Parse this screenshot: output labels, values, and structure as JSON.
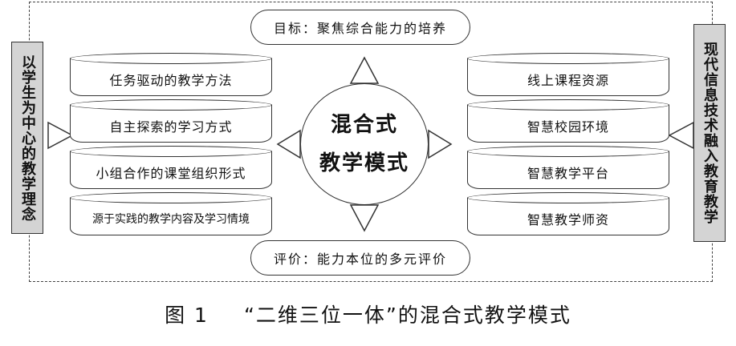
{
  "goal": "目标：聚焦综合能力的培养",
  "evaluation": "评价：能力本位的多元评价",
  "center": {
    "line1": "混合式",
    "line2": "教学模式"
  },
  "left_side": "以学生为中心的教学理念",
  "right_side": "现代信息技术融入教育教学",
  "left_items": [
    "任务驱动的教学方法",
    "自主探索的学习方式",
    "小组合作的课堂组织形式",
    "源于实践的教学内容及学习情境"
  ],
  "right_items": [
    "线上课程资源",
    "智慧校园环境",
    "智慧教学平台",
    "智慧教学师资"
  ],
  "caption": {
    "number": "图 1",
    "title": "“二维三位一体”的混合式教学模式"
  }
}
